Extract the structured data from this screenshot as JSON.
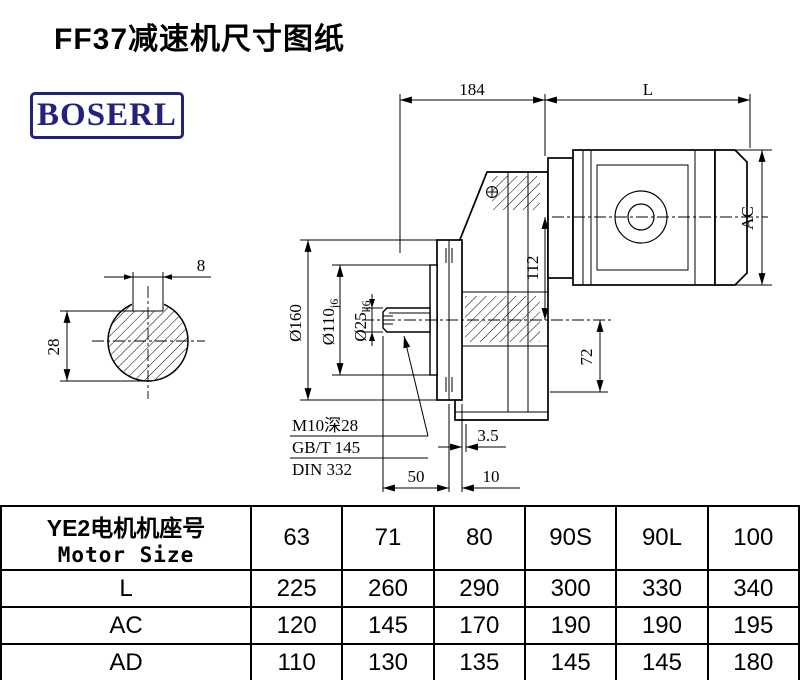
{
  "title": "FF37减速机尺寸图纸",
  "logo": "BOSERL",
  "colors": {
    "logo": "#23237d",
    "line": "#000000"
  },
  "drawing": {
    "top": {
      "d184": "184",
      "dL": "L"
    },
    "right": {
      "dAC": "AC"
    },
    "section": {
      "key_width": "8",
      "key_height": "28"
    },
    "left": {
      "flange_od": "Ø160",
      "spigot_d": "Ø110",
      "spigot_tol": "j6",
      "shaft_d": "Ø25",
      "shaft_tol": "k6"
    },
    "mid": {
      "d112": "112",
      "d72": "72"
    },
    "notes": {
      "tap": "M10深28",
      "std1": "GB/T 145",
      "std2": "DIN 332"
    },
    "bottom": {
      "d35": "3.5",
      "d50": "50",
      "d10": "10"
    }
  },
  "table": {
    "header": {
      "line1": "YE2电机机座号",
      "line2": "Motor Size",
      "cols": [
        "63",
        "71",
        "80",
        "90S",
        "90L",
        "100"
      ]
    },
    "rows": [
      {
        "label": "L",
        "values": [
          "225",
          "260",
          "290",
          "300",
          "330",
          "340"
        ]
      },
      {
        "label": "AC",
        "values": [
          "120",
          "145",
          "170",
          "190",
          "190",
          "195"
        ]
      },
      {
        "label": "AD",
        "values": [
          "110",
          "130",
          "135",
          "145",
          "145",
          "180"
        ]
      }
    ]
  }
}
